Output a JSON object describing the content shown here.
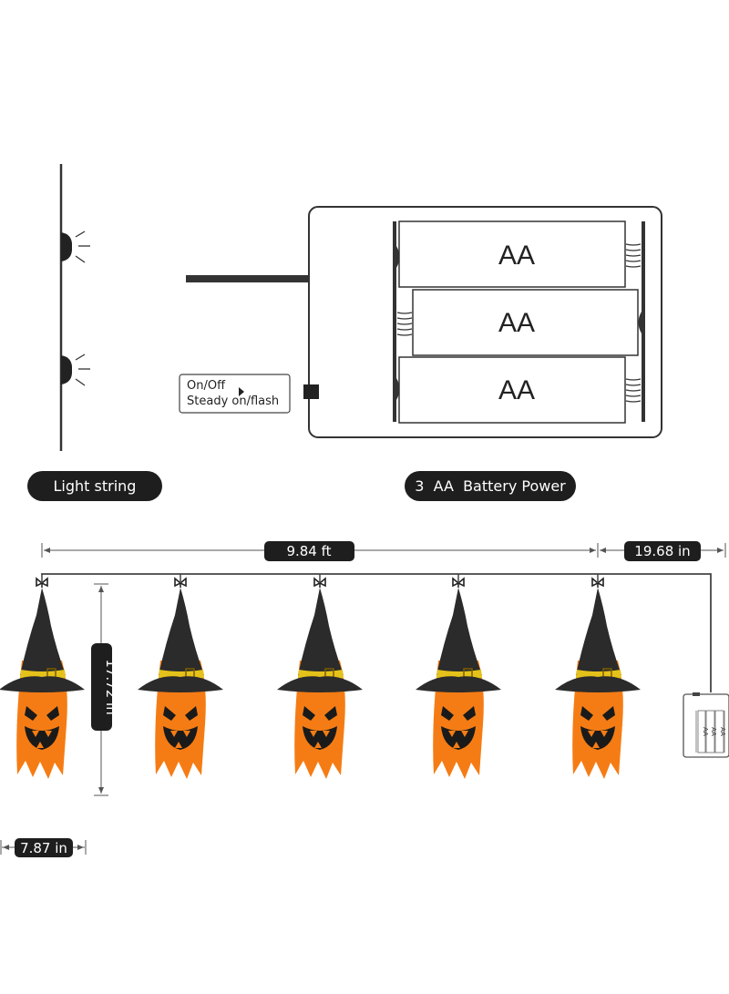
{
  "battery_box": {
    "cells": [
      "AA",
      "AA",
      "AA"
    ],
    "switch_label_line1": "On/Off",
    "switch_label_line2": "Steady on/flash"
  },
  "labels": {
    "light_string": "Light string",
    "battery_power": "3  AA  Battery Power"
  },
  "dimensions": {
    "string_length": "9.84 ft",
    "lead_length": "19.68 in",
    "height": "17.72 in",
    "width": "7.87 in"
  },
  "mini_battery": {
    "cells": [
      "AA",
      "AA",
      "AA"
    ]
  },
  "colors": {
    "orange": "#f57c14",
    "hat": "#2b2b2b",
    "band": "#e5c21a",
    "pill": "#1e1e1e"
  },
  "ghost_count": 5
}
